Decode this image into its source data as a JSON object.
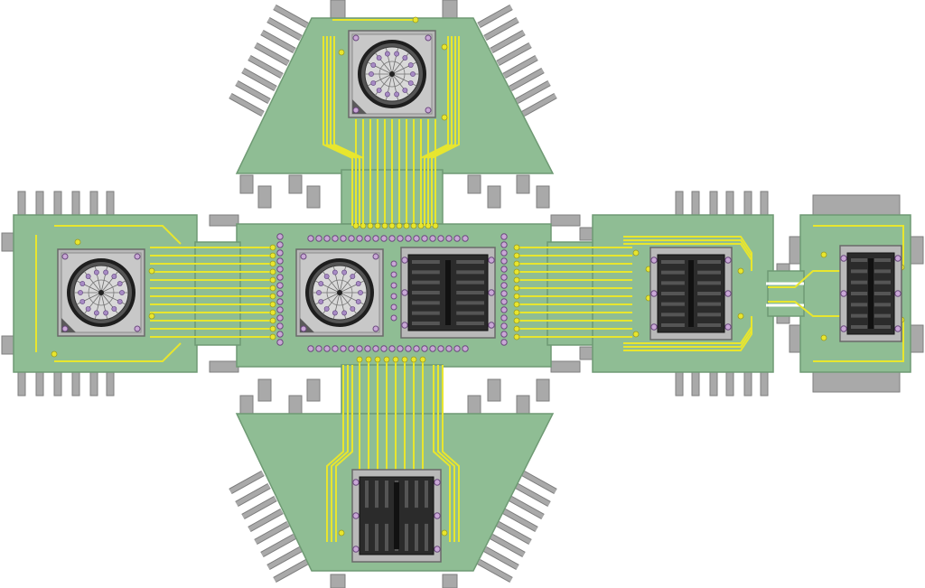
{
  "colors": {
    "board": "#8fbd94",
    "board_edge": "#6f9a74",
    "heatsink": "#a9a9a9",
    "heatsink_edge": "#7e7e7e",
    "trace": "#e8e62e",
    "trace_dark": "#9a9a20",
    "pad": "#c9a7d6",
    "pad_edge": "#6b4a7e",
    "socket": "#b9b9b9",
    "chip": "#2b2b2b",
    "ring": "#1e1e1e",
    "dial": "#d9d9d9",
    "background": "#ffffff"
  },
  "modules": [
    {
      "kind": "rotary",
      "location": "top"
    },
    {
      "kind": "rotary",
      "location": "left"
    },
    {
      "kind": "rotary",
      "location": "center"
    },
    {
      "kind": "chip",
      "location": "center-right"
    },
    {
      "kind": "chip",
      "location": "right"
    },
    {
      "kind": "chip",
      "location": "far-right"
    },
    {
      "kind": "chip",
      "location": "bottom"
    }
  ]
}
